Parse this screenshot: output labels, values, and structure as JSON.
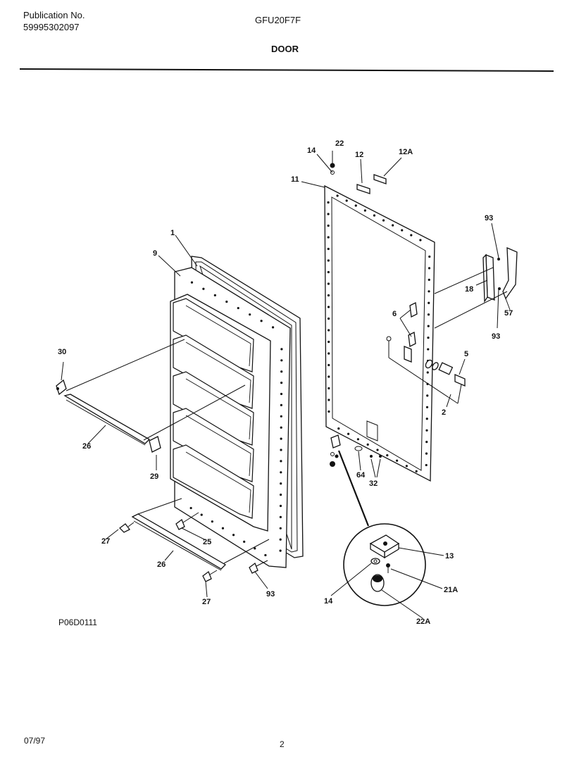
{
  "header": {
    "publication_label": "Publication No.",
    "publication_number": "59995302097",
    "model": "GFU20F7F",
    "section": "DOOR"
  },
  "footer": {
    "diagram_code": "P06D0111",
    "date": "07/97",
    "page": "2"
  },
  "callouts": {
    "c1": "1",
    "c2": "2",
    "c5": "5",
    "c6": "6",
    "c9": "9",
    "c11": "11",
    "c12": "12",
    "c12a": "12A",
    "c13": "13",
    "c14_top": "14",
    "c14_detail": "14",
    "c18": "18",
    "c21a": "21A",
    "c22": "22",
    "c22a": "22A",
    "c25": "25",
    "c26_top": "26",
    "c26_bottom": "26",
    "c27_left": "27",
    "c27_bottom": "27",
    "c29": "29",
    "c30": "30",
    "c32": "32",
    "c57": "57",
    "c64": "64",
    "c93_top": "93",
    "c93_mid": "93",
    "c93_bottom": "93"
  }
}
